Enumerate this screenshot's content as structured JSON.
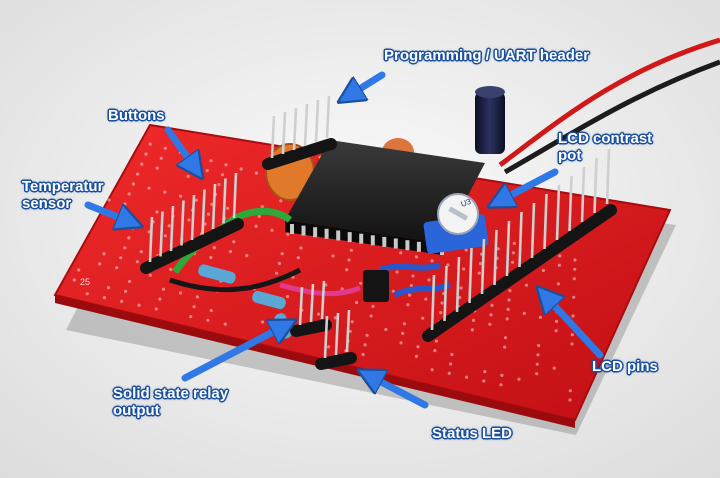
{
  "colors": {
    "background": "#f3f3f3",
    "pcb": "#e0161b",
    "label_text": "#ffffff",
    "label_outline": "#1a4f9c",
    "arrow": "#2f78e6"
  },
  "labels": {
    "uart_header": "Programming / UART header",
    "buttons": "Buttons",
    "temperature_sensor": [
      "Temperatur",
      "sensor"
    ],
    "lcd_contrast_pot": [
      "LCD contrast",
      "pot"
    ],
    "lcd_pins": "LCD pins",
    "solid_state_relay_output": [
      "Solid state relay",
      "output"
    ],
    "status_led": "Status LED"
  },
  "pcb_silkscreen": {
    "chip_marking": "U3",
    "corner_mark": "25"
  }
}
